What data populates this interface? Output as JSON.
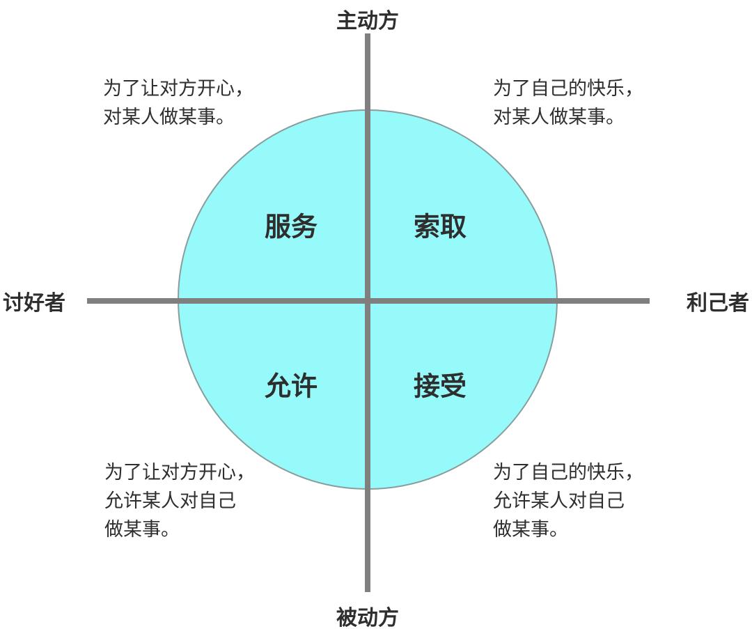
{
  "diagram": {
    "axis_labels": {
      "top": "主动方",
      "bottom": "被动方",
      "left": "讨好者",
      "right": "利己者"
    },
    "quadrants": {
      "top_left": {
        "label": "服务"
      },
      "top_right": {
        "label": "索取"
      },
      "bottom_left": {
        "label": "允许"
      },
      "bottom_right": {
        "label": "接受"
      }
    },
    "annotations": {
      "top_left": {
        "line1": "为了让对方开心，",
        "line2": "对某人做某事。"
      },
      "top_right": {
        "line1": "为了自己的快乐，",
        "line2": "对某人做某事。"
      },
      "bottom_left": {
        "line1": "为了让对方开心，",
        "line2": "允许某人对自己",
        "line3": "做某事。"
      },
      "bottom_right": {
        "line1": "为了自己的快乐，",
        "line2": "允许某人对自己",
        "line3": "做某事。"
      }
    },
    "colors": {
      "circle_fill": "#97FAFA",
      "circle_border": "#8A9C9C",
      "axis_line": "#7F7F7F",
      "text": "#2E2E2E",
      "background": "#FFFFFF"
    }
  }
}
